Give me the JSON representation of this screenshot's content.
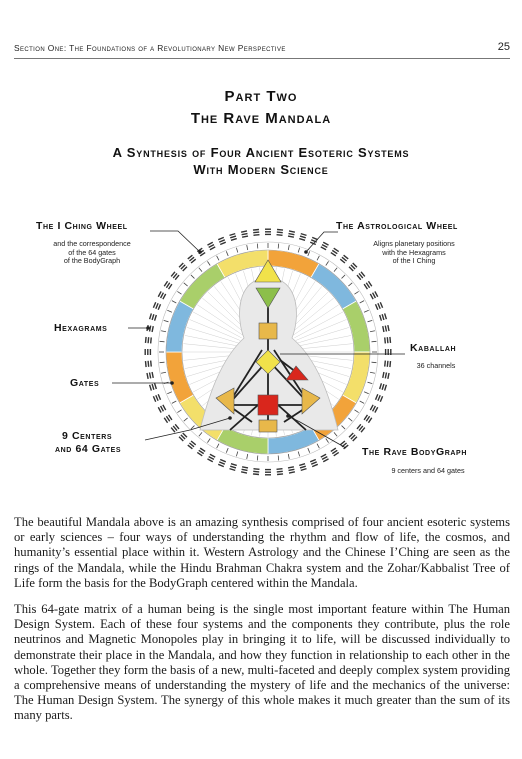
{
  "header": {
    "section": "Section One: The Foundations of a Revolutionary New Perspective",
    "page_number": "25"
  },
  "heading": {
    "part": "Part Two",
    "title": "The Rave Mandala",
    "subtitle_line1": "A Synthesis of Four Ancient Esoteric Systems",
    "subtitle_line2": "With Modern Science"
  },
  "diagram": {
    "labels": {
      "i_ching": "The I Ching Wheel",
      "i_ching_note": [
        "and the correspondence",
        "of the 64 gates",
        "of the BodyGraph"
      ],
      "astro": "The Astrological Wheel",
      "astro_note": [
        "Aligns planetary positions",
        "with the Hexagrams",
        "of the I Ching"
      ],
      "hexagrams": "Hexagrams",
      "gates": "Gates",
      "centers_line1": "9 Centers",
      "centers_line2": "and 64 Gates",
      "kaballah": "Kaballah",
      "kaballah_note": "36 channels",
      "bodygraph": "The Rave BodyGraph",
      "bodygraph_note": "9 centers and 64 gates"
    },
    "colors": {
      "zodiac_orange": "#f2a33a",
      "zodiac_blue": "#7fb8de",
      "zodiac_green": "#a9cf6a",
      "zodiac_yellow": "#f3df6a",
      "center_gold": "#e8b84a",
      "center_yellow": "#f1e24a",
      "center_red": "#d9261c",
      "center_green": "#8cbf4a",
      "line_dark": "#222222"
    }
  },
  "body": {
    "paragraph1": "The beautiful Mandala above is an amazing synthesis comprised of four ancient esoteric systems or early sciences – four ways of understanding the rhythm and flow of life, the cosmos, and humanity’s essential place within it. Western Astrology and the Chinese I’Ching are seen as the rings of the Mandala, while the Hindu Brahman Chakra system and the Zohar/Kabbalist Tree of Life form the basis for the BodyGraph centered within the Mandala.",
    "paragraph2": "This 64-gate matrix of a human being is the single most important feature within The Human Design System. Each of these four systems and the components they contribute, plus the role neutrinos and Magnetic Monopoles play in bringing it to life, will be discussed individually to demonstrate their place in the Mandala, and how they function in relationship to each other in the whole. Together they form the basis of a new, multi-faceted and deeply complex system providing a comprehensive means of understanding the mystery of life and the mechanics of the universe: The Human Design System. The synergy of this whole makes it much greater than the sum of its many parts."
  }
}
